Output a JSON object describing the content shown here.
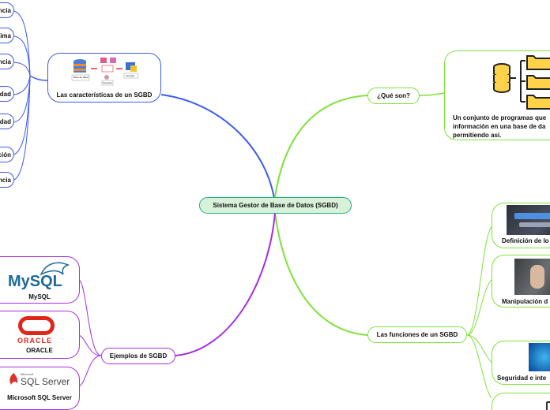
{
  "central": {
    "label": "Sistema Gestor de Base de Datos (SGBD)"
  },
  "que_son": {
    "label": "¿Qué son?",
    "description": [
      "Un conjunto de programas que",
      "información en una base de da",
      "permitiendo así."
    ]
  },
  "caracteristicas": {
    "label": "Las características de un SGBD",
    "image_texts": [
      "Base de datos",
      "Usuarios",
      "Servidor"
    ],
    "items": [
      "ncia",
      "ima",
      "ncia",
      "dad",
      "dad",
      "ción",
      "ncia"
    ]
  },
  "funciones": {
    "label": "Las funciones de un SGBD",
    "items": [
      "Definición de lo",
      "Manipulación d",
      "Seguridad e inte",
      ""
    ]
  },
  "ejemplos": {
    "label": "Ejemplos de SGBD",
    "items": [
      {
        "label": "MySQL",
        "logo_text": "MySQL"
      },
      {
        "label": "ORACLE",
        "logo_text": "ORACLE"
      },
      {
        "label": "Microsoft SQL Server",
        "logo_text": "SQL Server",
        "logo_small": "Microsoft"
      }
    ]
  },
  "colors": {
    "central_fill": "#d9f0d9",
    "central_border": "#1db07e",
    "blue_branch": "#3d5af0",
    "green_branch": "#7fe23a",
    "purple_branch": "#a52ee0",
    "folder_fill": "#ffd24a",
    "db_fill": "#ffd24a"
  }
}
